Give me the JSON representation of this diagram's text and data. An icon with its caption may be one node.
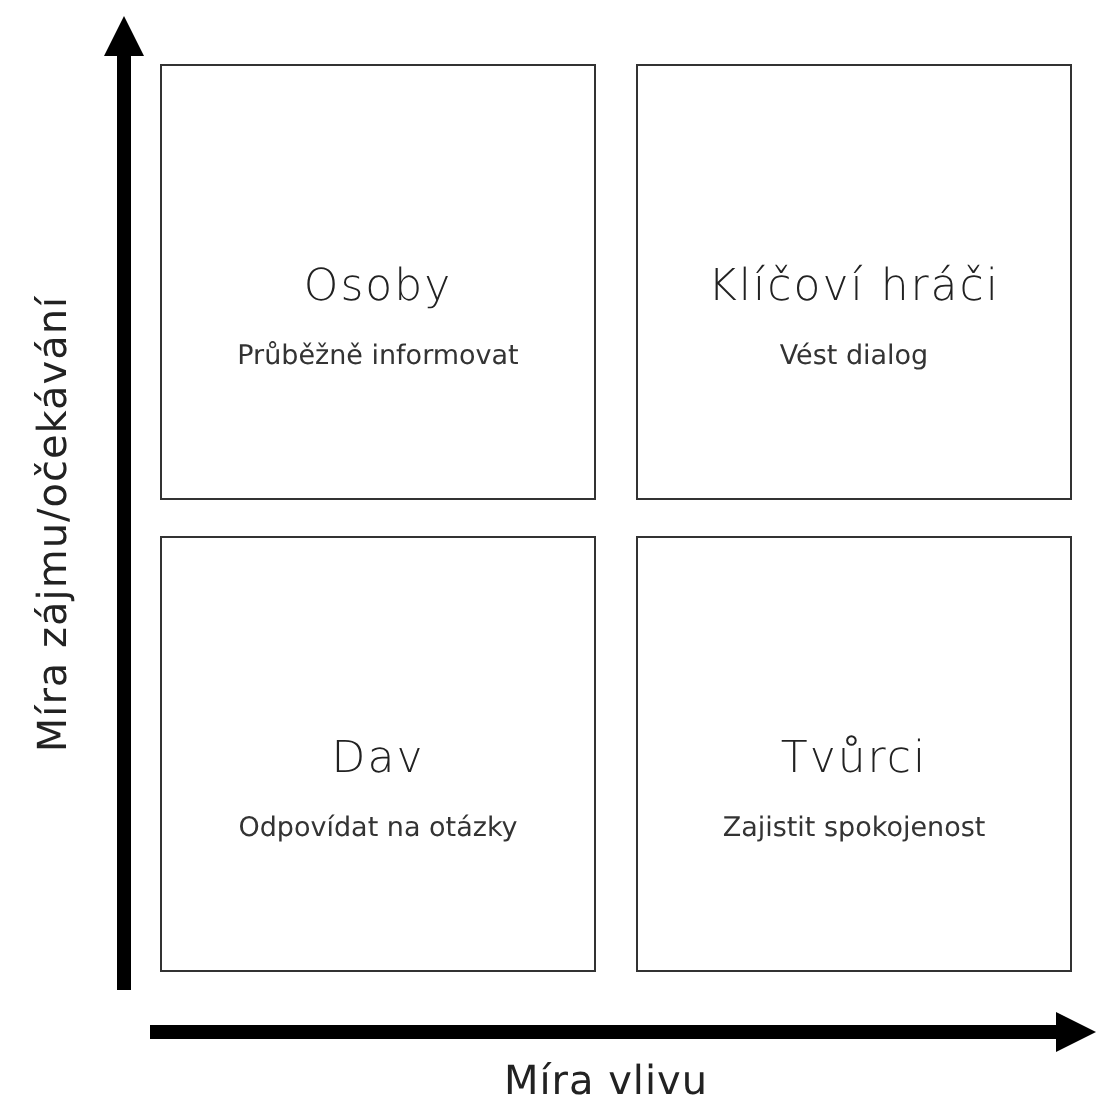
{
  "diagram": {
    "nodes": [
      {
        "text": [
          "Osoby",
          "Průběžně informovat"
        ]
      },
      {
        "text": [
          "Klíčoví hráči",
          "Vést dialog"
        ]
      },
      {
        "text": [
          "Dav",
          "Odpovídat na otázky"
        ]
      },
      {
        "text": [
          "Tvůrci",
          "Zajistit spokojenost"
        ]
      }
    ],
    "labels": [
      "Míra zájmu/očekávání",
      "Míra vlivu"
    ]
  }
}
